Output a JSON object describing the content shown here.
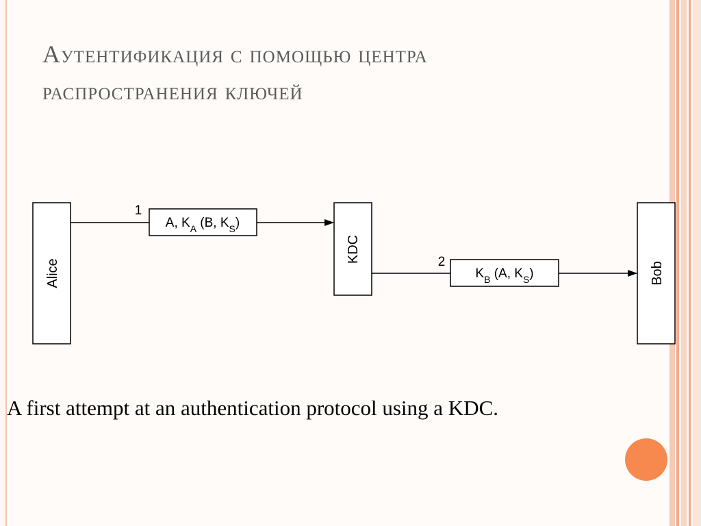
{
  "slide": {
    "title_line1": "Аутентификация с помощью центра",
    "title_line2": "распространения ключей",
    "caption": "A first attempt at an authentication protocol using a KDC."
  },
  "diagram": {
    "nodes": {
      "alice": "Alice",
      "kdc": "KDC",
      "bob": "Bob"
    },
    "messages": [
      {
        "number": "1",
        "label": "A, KA (B, KS)"
      },
      {
        "number": "2",
        "label": "KB (A, KS)"
      }
    ]
  },
  "colors": {
    "accent_dot": "#f7894e",
    "title": "#5a5a5a",
    "stripes": "#f4b69a"
  }
}
